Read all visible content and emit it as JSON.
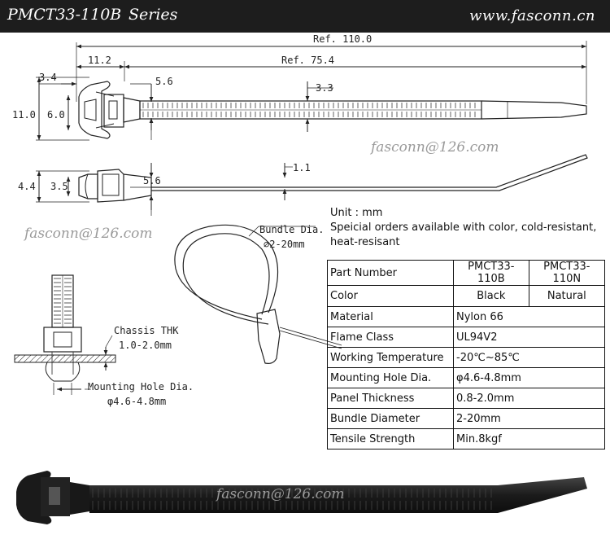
{
  "header": {
    "part_code": "PMCT33-110B",
    "series": "Series",
    "website": "www.fasconn.cn"
  },
  "dimensions": {
    "ref_total": "Ref. 110.0",
    "ref_strap": "Ref. 75.4",
    "head_offset": "11.2",
    "head_width": "5.6",
    "clip_tip": "3.4",
    "overall_height": "11.0",
    "clip_height": "6.0",
    "strap_width": "3.3",
    "strap_thickness": "1.1",
    "side_height": "4.4",
    "side_clip": "3.5",
    "side_head": "5.6"
  },
  "labels": {
    "bundle_dia_title": "Bundle Dia.",
    "bundle_dia_value": "⌀2-20mm",
    "chassis_title": "Chassis THK",
    "chassis_value": "1.0-2.0mm",
    "mount_hole_title": "Mounting Hole Dia.",
    "mount_hole_value": "φ4.6-4.8mm"
  },
  "watermarks": {
    "a": "fasconn@126.com",
    "b": "fasconn@126.com",
    "c": "fasconn@126.com"
  },
  "notes": {
    "unit": "Unit : mm",
    "special_1": "Speicial orders available with color, cold-resistant,",
    "special_2": "heat-resisant"
  },
  "spec_table": {
    "header": {
      "label": "Part Number",
      "col1": "PMCT33-110B",
      "col2": "PMCT33-110N"
    },
    "color": {
      "label": "Color",
      "col1": "Black",
      "col2": "Natural"
    },
    "rows": [
      {
        "label": "Material",
        "value": "Nylon 66"
      },
      {
        "label": "Flame Class",
        "value": "UL94V2"
      },
      {
        "label": "Working Temperature",
        "value": "-20℃~85℃"
      },
      {
        "label": "Mounting Hole Dia.",
        "value": "φ4.6-4.8mm"
      },
      {
        "label": "Panel Thickness",
        "value": "0.8-2.0mm"
      },
      {
        "label": "Bundle Diameter",
        "value": "2-20mm"
      },
      {
        "label": "Tensile Strength",
        "value": "Min.8kgf"
      }
    ]
  }
}
